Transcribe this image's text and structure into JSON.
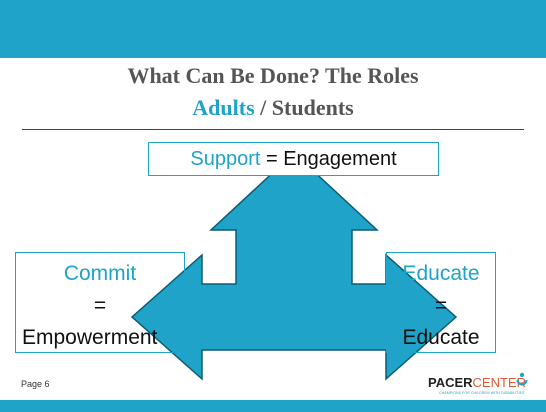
{
  "slide": {
    "title": "What Can Be Done? The Roles",
    "subtitle_part1": "Adults",
    "subtitle_sep": " / ",
    "subtitle_part2": "Students",
    "top_box": {
      "keyword": "Support",
      "equals": " = ",
      "result": "Engagement"
    },
    "left_box": {
      "keyword": "Commit",
      "equals": "=",
      "result": "Empowerment"
    },
    "right_box": {
      "keyword": "Educate",
      "equals": "=",
      "result": "Educate"
    },
    "page_number": "Page 6"
  },
  "logo": {
    "word1": "PACER",
    "word2": "CENTER",
    "tagline": "CHAMPIONS FOR CHILDREN WITH DISABILITIES"
  },
  "colors": {
    "accent": "#1fa3c8",
    "title_gray": "#555555",
    "logo_orange": "#e05a3a"
  },
  "icons": {
    "arrow": "three-way-arrow"
  }
}
